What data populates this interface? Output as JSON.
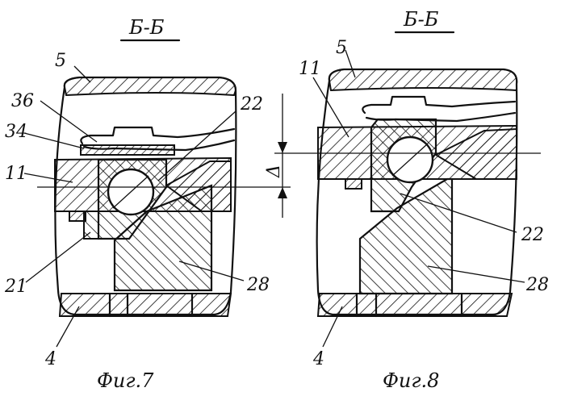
{
  "figures": [
    {
      "section_title": "Б-Б",
      "caption": "Фиг.7",
      "labels": {
        "l5": "5",
        "l36": "36",
        "l34": "34",
        "l11": "11",
        "l22": "22",
        "l21": "21",
        "l28": "28",
        "l4": "4"
      }
    },
    {
      "section_title": "Б-Б",
      "caption": "Фиг.8",
      "labels": {
        "l5": "5",
        "l11": "11",
        "l22": "22",
        "l28": "28",
        "l4": "4"
      }
    }
  ],
  "dimension_symbol": "Δ"
}
